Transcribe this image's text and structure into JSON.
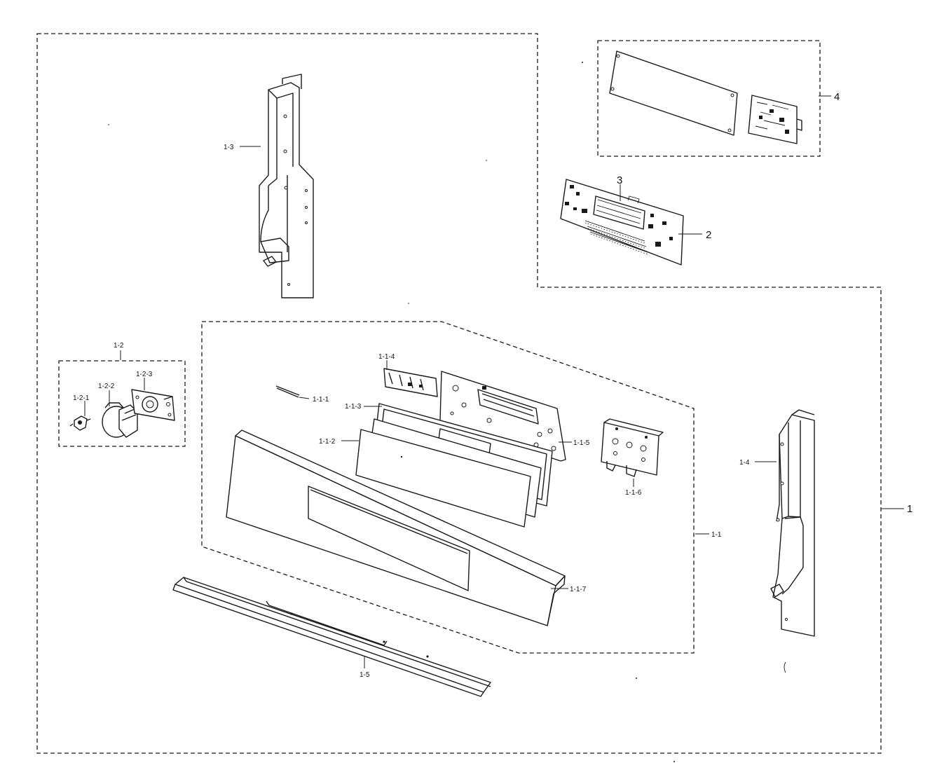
{
  "labels": {
    "p1": "1",
    "p1_1": "1-1",
    "p1_1_1": "1-1-1",
    "p1_1_2": "1-1-2",
    "p1_1_3": "1-1-3",
    "p1_1_4": "1-1-4",
    "p1_1_5": "1-1-5",
    "p1_1_6": "1-1-6",
    "p1_1_7": "1-1-7",
    "p1_2": "1-2",
    "p1_2_1": "1-2-1",
    "p1_2_2": "1-2-2",
    "p1_2_3": "1-2-3",
    "p1_3": "1-3",
    "p1_4": "1-4",
    "p1_5": "1-5",
    "p2": "2",
    "p3": "3",
    "p4": "4"
  }
}
